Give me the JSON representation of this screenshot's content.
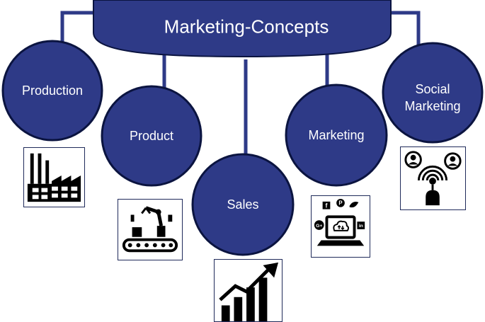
{
  "title": "Marketing-Concepts",
  "concepts": [
    {
      "label": "Production",
      "icon": "factory-icon"
    },
    {
      "label": "Product",
      "icon": "robotic-arm-conveyor-icon"
    },
    {
      "label": "Sales",
      "icon": "rising-bar-chart-icon"
    },
    {
      "label": "Marketing",
      "icon": "laptop-social-media-icon"
    },
    {
      "label": "Social\nMarketing",
      "icon": "broadcast-users-icon"
    }
  ],
  "social_badges": [
    "f",
    "P",
    "G+",
    "in"
  ],
  "colors": {
    "node_fill": "#2e3a87",
    "node_stroke": "#0b1440",
    "connector": "#2e3a87",
    "label_text": "#ffffff"
  }
}
